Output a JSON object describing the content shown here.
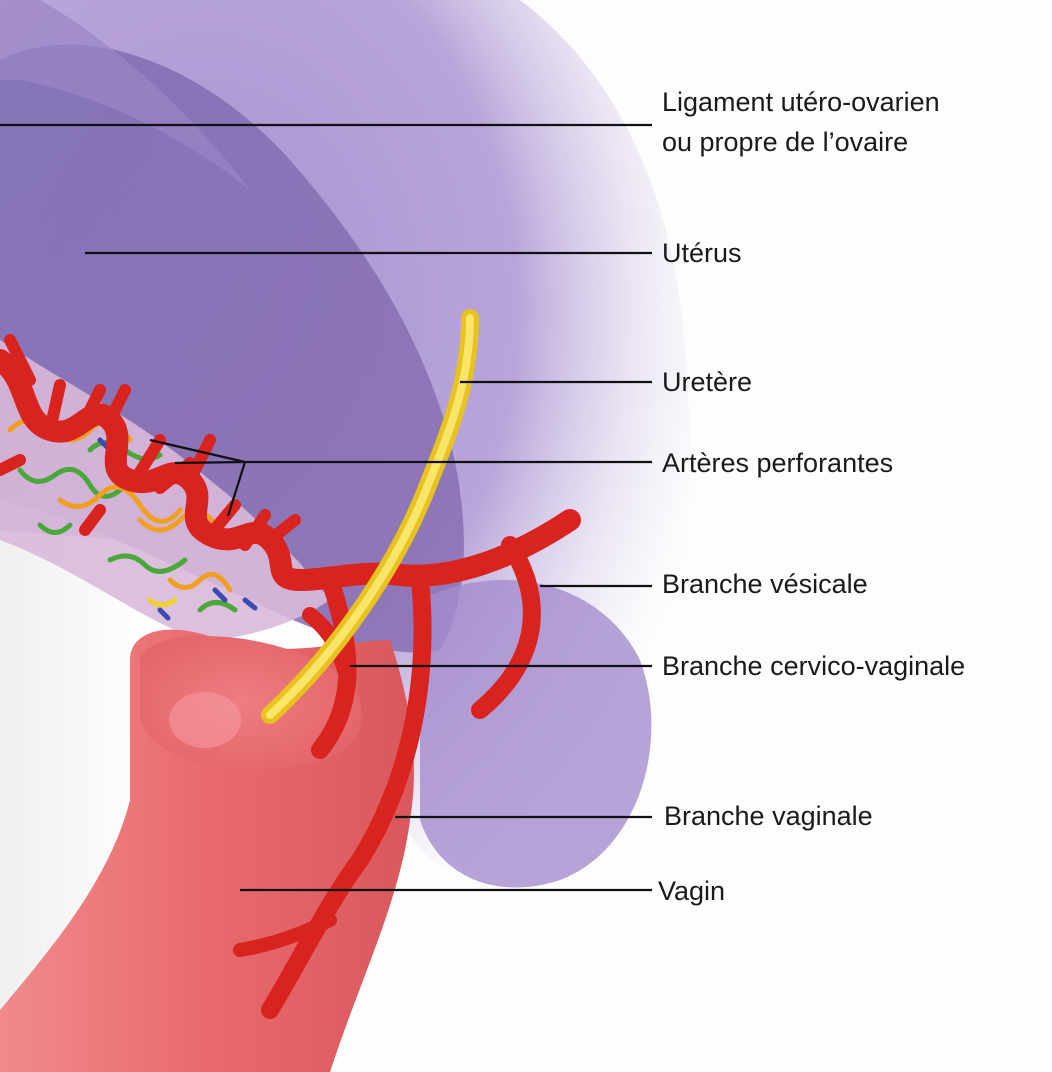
{
  "labels": {
    "ligament": [
      "Ligament utéro-ovarien",
      "ou propre de l’ovaire"
    ],
    "uterus": "Utérus",
    "uretere": "Uretère",
    "arteres_perforantes": "Artères perforantes",
    "branche_vesicale": "Branche vésicale",
    "branche_cervico_vaginale": "Branche cervico-vaginale",
    "branche_vaginale": "Branche vaginale",
    "vagin": "Vagin"
  },
  "colors": {
    "uterus_light": "#b9a0d4",
    "uterus_dark": "#8470b4",
    "vagina": "#e86b6e",
    "artery": "#d8231f",
    "ureter": "#f2d43a",
    "leader_line": "#111111"
  }
}
